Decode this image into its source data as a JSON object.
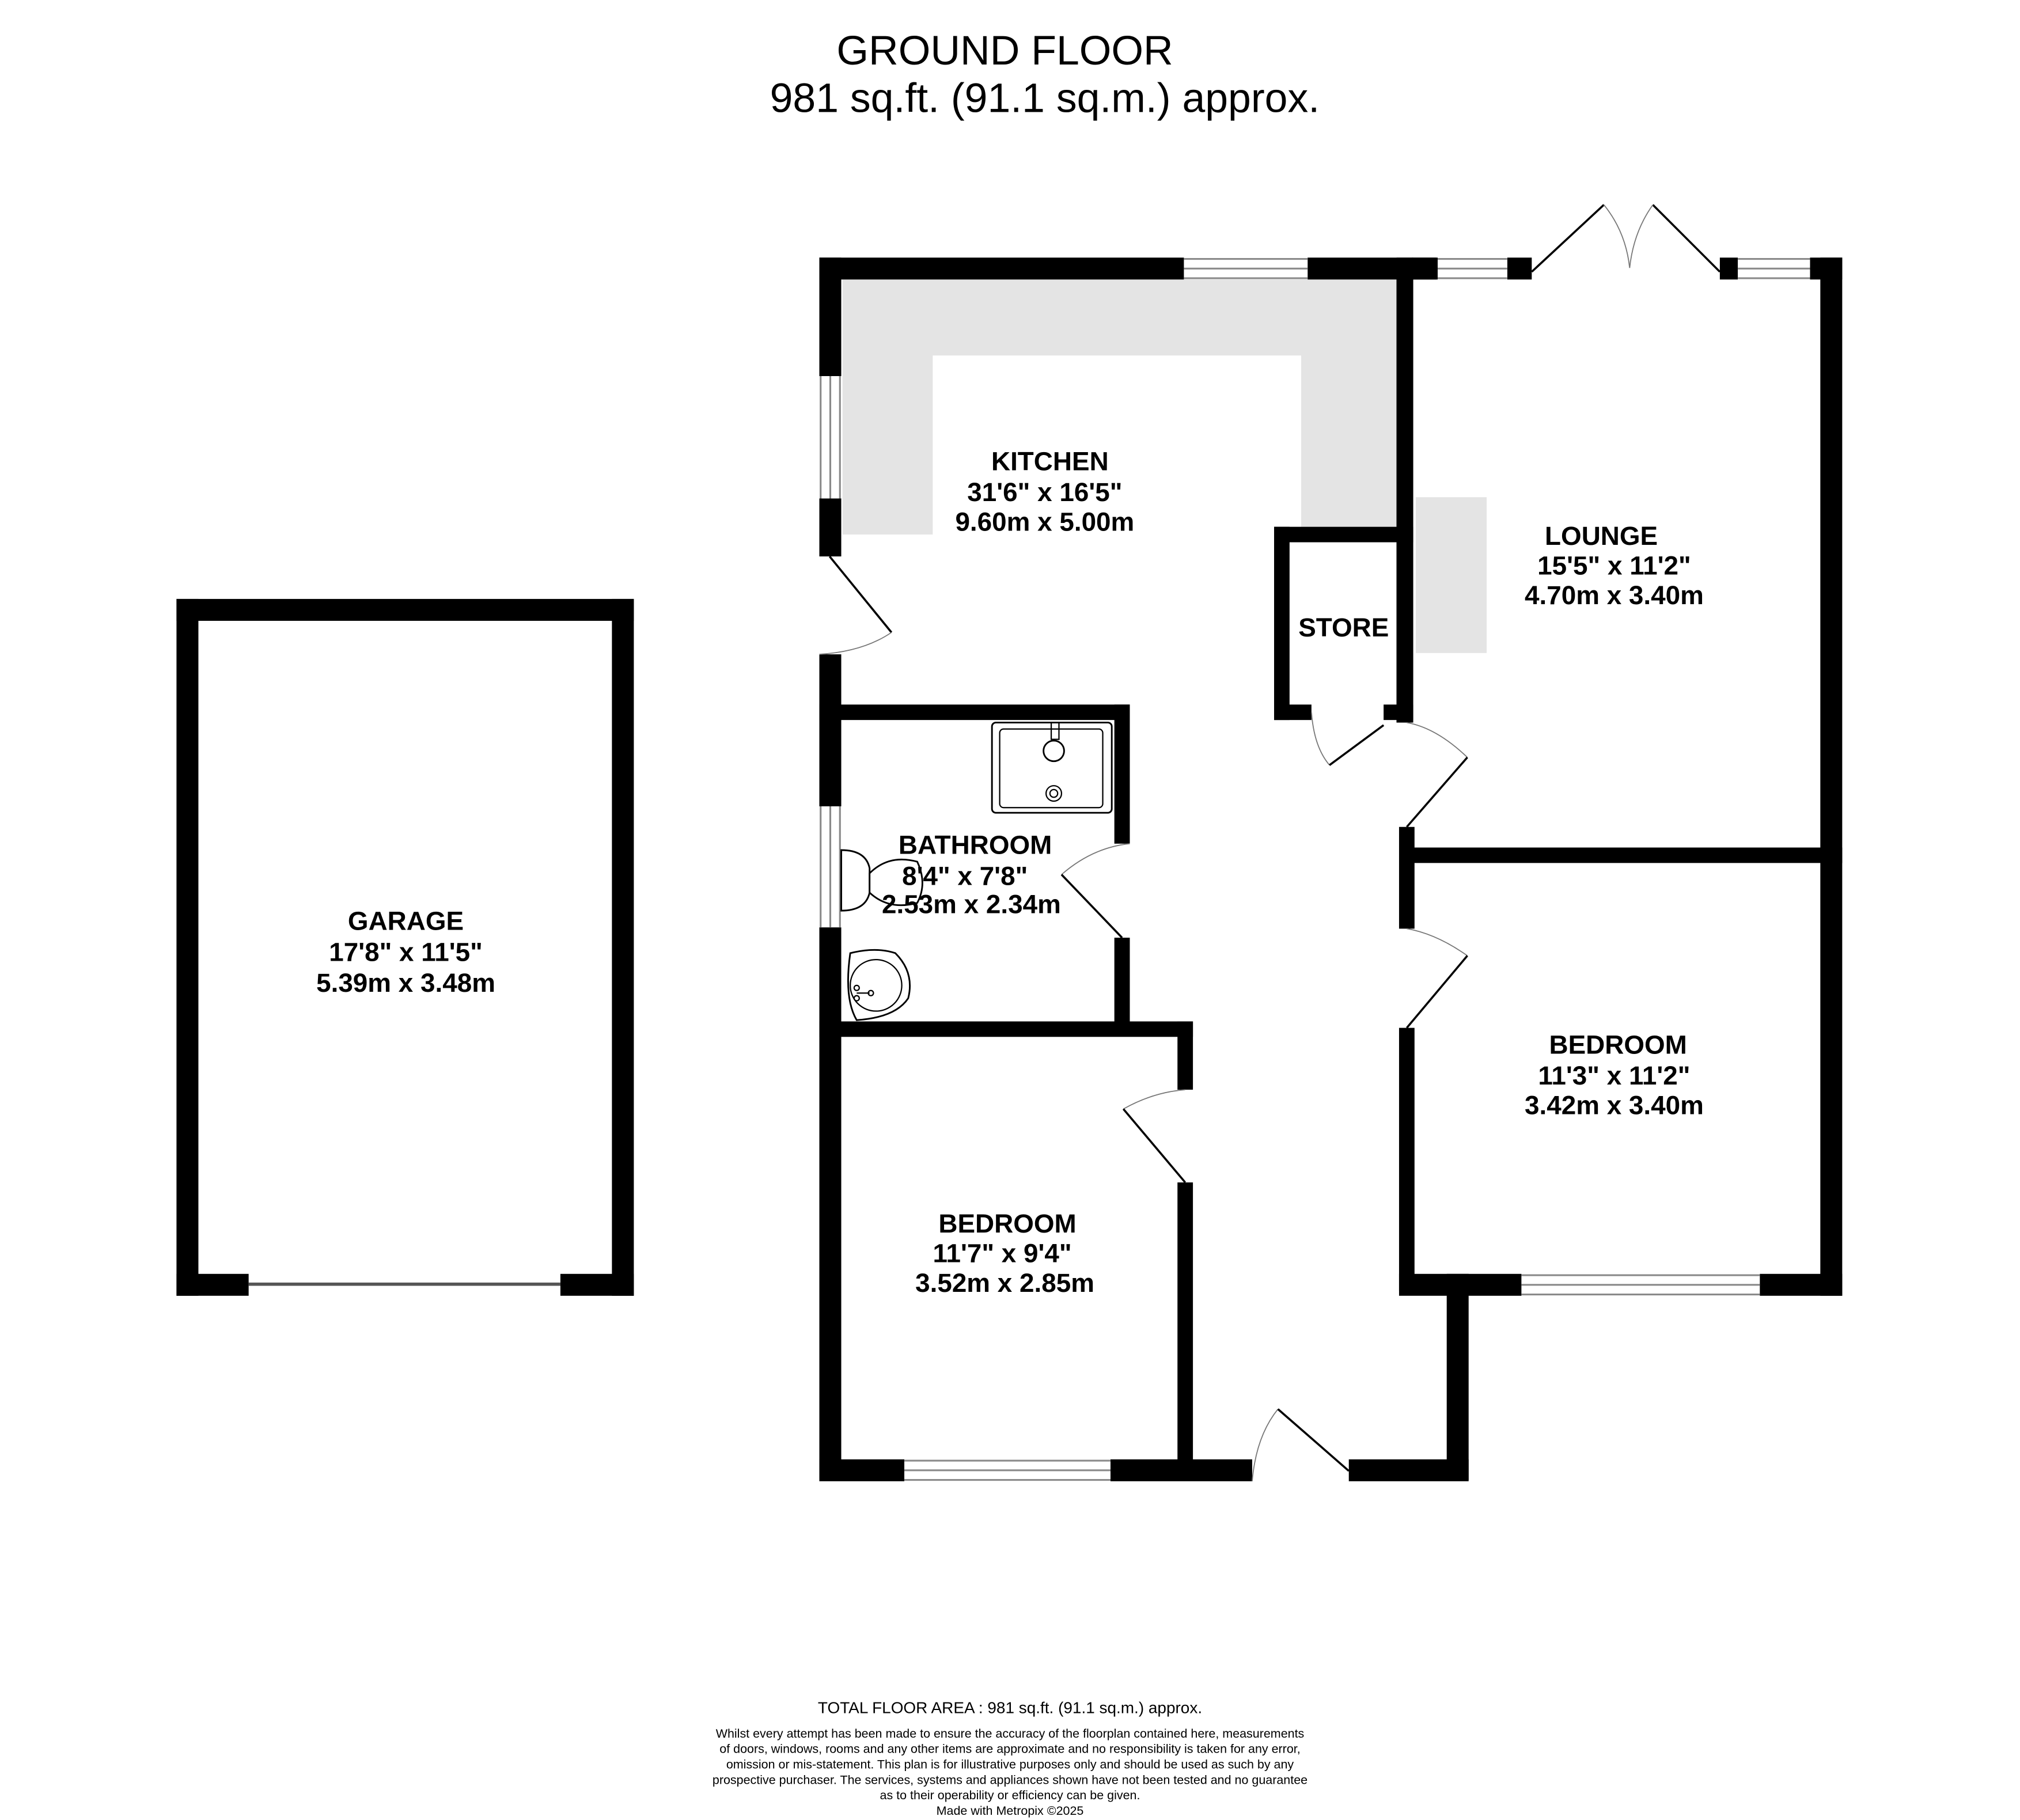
{
  "header": {
    "floor_title": "GROUND FLOOR",
    "floor_area": "981 sq.ft. (91.1 sq.m.) approx."
  },
  "rooms": {
    "kitchen": {
      "name": "KITCHEN",
      "imperial": "31'6\"  x 16'5\"",
      "metric": "9.60m  x 5.00m"
    },
    "lounge": {
      "name": "LOUNGE",
      "imperial": "15'5\"  x 11'2\"",
      "metric": "4.70m  x 3.40m"
    },
    "store": {
      "name": "STORE"
    },
    "bathroom": {
      "name": "BATHROOM",
      "imperial": "8'4\"  x 7'8\"",
      "metric": "2.53m  x 2.34m"
    },
    "bedroom_right": {
      "name": "BEDROOM",
      "imperial": "11'3\"  x 11'2\"",
      "metric": "3.42m  x 3.40m"
    },
    "bedroom_left": {
      "name": "BEDROOM",
      "imperial": "11'7\"  x 9'4\"",
      "metric": "3.52m  x 2.85m"
    },
    "garage": {
      "name": "GARAGE",
      "imperial": "17'8\"  x 11'5\"",
      "metric": "5.39m  x 3.48m"
    }
  },
  "fixtures": [
    "shower-tray",
    "toilet",
    "wash-basin",
    "kitchen-worktop",
    "lounge-unit"
  ],
  "colors": {
    "wall": "#000000",
    "worktop": "#e4e4e4",
    "window": "#8a8a8a",
    "background": "#ffffff"
  },
  "footer": {
    "total_area": "TOTAL FLOOR AREA : 981 sq.ft. (91.1 sq.m.) approx.",
    "disclaimer_lines": [
      "Whilst every attempt has been made to ensure the accuracy of the floorplan contained here, measurements",
      "of doors, windows, rooms and any other items are approximate and no responsibility is taken for any error,",
      "omission or mis-statement. This plan is for illustrative purposes only and should be used as such by any",
      "prospective purchaser. The services, systems and appliances shown have not been tested and no guarantee",
      "as to their operability or efficiency can be given."
    ],
    "credit": "Made with Metropix ©2025"
  }
}
